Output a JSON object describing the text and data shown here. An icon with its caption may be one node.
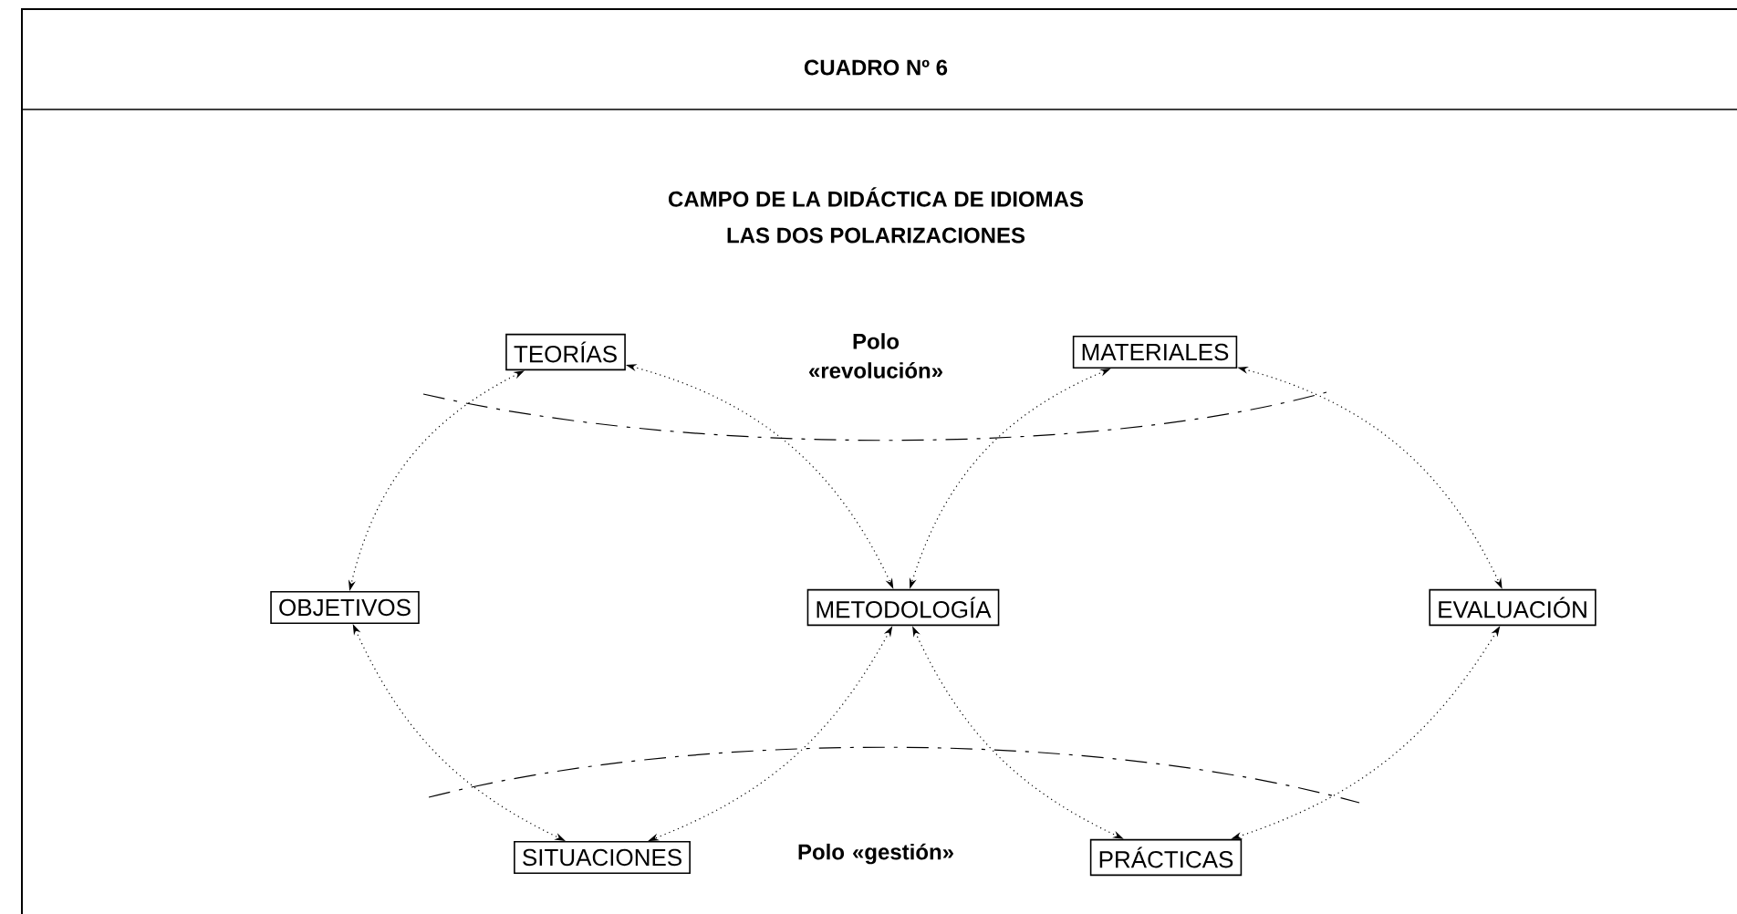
{
  "diagram": {
    "title": "CUADRO Nº 6",
    "nodes": [
      {
        "text": [
          "TEORÍAS"
        ]
      },
      {
        "text": [
          "MATERIALES"
        ]
      },
      {
        "text": [
          "OBJETIVOS"
        ]
      },
      {
        "text": [
          "METODOLOGÍA"
        ]
      },
      {
        "text": [
          "EVALUACIÓN"
        ]
      },
      {
        "text": [
          "SITUACIONES"
        ]
      },
      {
        "text": [
          "PRÁCTICAS"
        ]
      }
    ],
    "edges": [
      {
        "from": 0,
        "to": 2,
        "arrow": "both"
      },
      {
        "from": 0,
        "to": 3,
        "arrow": "both"
      },
      {
        "from": 1,
        "to": 3,
        "arrow": "both"
      },
      {
        "from": 1,
        "to": 4,
        "arrow": "both"
      },
      {
        "from": 2,
        "to": 5,
        "arrow": "both"
      },
      {
        "from": 3,
        "to": 5,
        "arrow": "both"
      },
      {
        "from": 3,
        "to": 6,
        "arrow": "both"
      },
      {
        "from": 4,
        "to": 6,
        "arrow": "both"
      }
    ],
    "labels": [
      "CAMPO DE LA DIDÁCTICA DE IDIOMAS",
      "LAS DOS POLARIZACIONES",
      "Polo «revolución»",
      "Polo «gestión»"
    ]
  }
}
